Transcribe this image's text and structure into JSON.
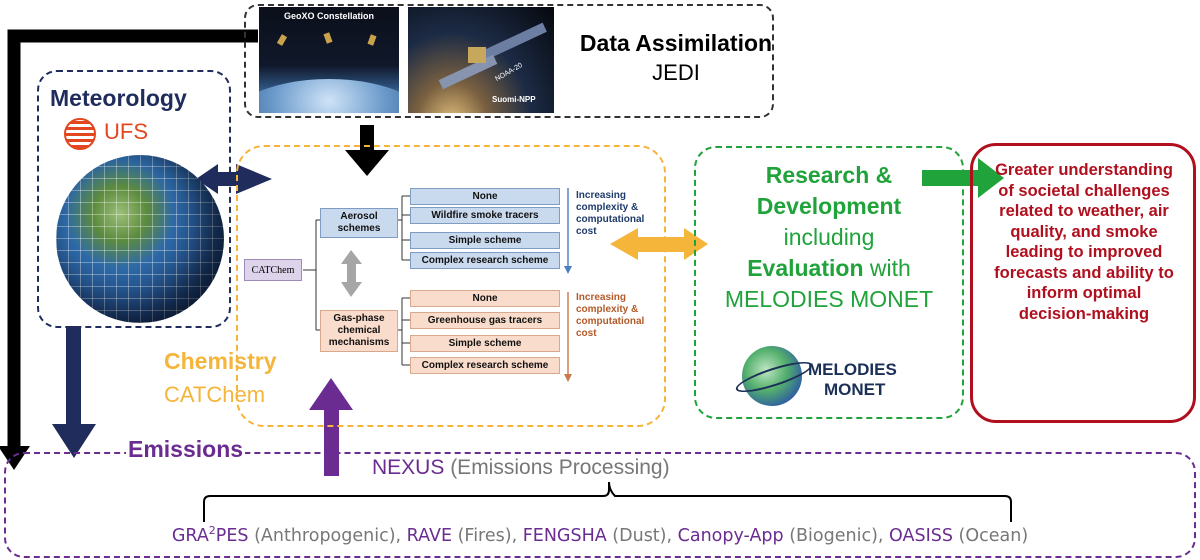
{
  "data_assimilation": {
    "title": "Data Assimilation",
    "subtitle": "JEDI",
    "image_left_caption": "GeoXO Constellation",
    "image_right_labels": [
      "NOAA-20",
      "Suomi-NPP"
    ]
  },
  "meteorology": {
    "title": "Meteorology",
    "ufs_label": "UFS"
  },
  "catchem": {
    "root_label": "CATChem",
    "aerosol": {
      "label": "Aerosol schemes",
      "options": [
        "None",
        "Wildfire smoke tracers",
        "Simple scheme",
        "Complex research scheme"
      ],
      "note": "Increasing complexity & computational cost"
    },
    "gas": {
      "label": "Gas-phase chemical mechanisms",
      "options": [
        "None",
        "Greenhouse gas tracers",
        "Simple scheme",
        "Complex research scheme"
      ],
      "note": "Increasing complexity & computational cost"
    }
  },
  "chemistry": {
    "title": "Chemistry",
    "subtitle": "CATChem"
  },
  "research": {
    "line1": "Research &",
    "line2": "Development",
    "line3": "including",
    "line4_bold": "Evaluation",
    "line4_rest": " with",
    "line5": "MELODIES MONET",
    "logo_top": "MELODIES",
    "logo_bottom": "MONET"
  },
  "outcome": {
    "text": "Greater understanding of societal challenges related to weather, air quality, and smoke leading to improved forecasts and ability to inform optimal decision-making"
  },
  "emissions": {
    "title": "Emissions",
    "nexus": "NEXUS",
    "nexus_desc": " (Emissions Processing)",
    "gra2pes_pre": "GRA",
    "gra2pes_sup": "2",
    "gra2pes_post": "PES",
    "items": [
      {
        "name": "",
        "desc": " (Anthropogenic), "
      },
      {
        "name": "RAVE",
        "desc": " (Fires), "
      },
      {
        "name": "FENGSHA",
        "desc": " (Dust), "
      },
      {
        "name": "Canopy-App",
        "desc": " (Biogenic), "
      },
      {
        "name": "OASISS",
        "desc": " (Ocean)"
      }
    ]
  },
  "colors": {
    "navy": "#1f2c5c",
    "orange": "#f5b53a",
    "green": "#1fa33a",
    "red": "#b00f1e",
    "purple": "#6a2c91",
    "gray": "#777777"
  }
}
